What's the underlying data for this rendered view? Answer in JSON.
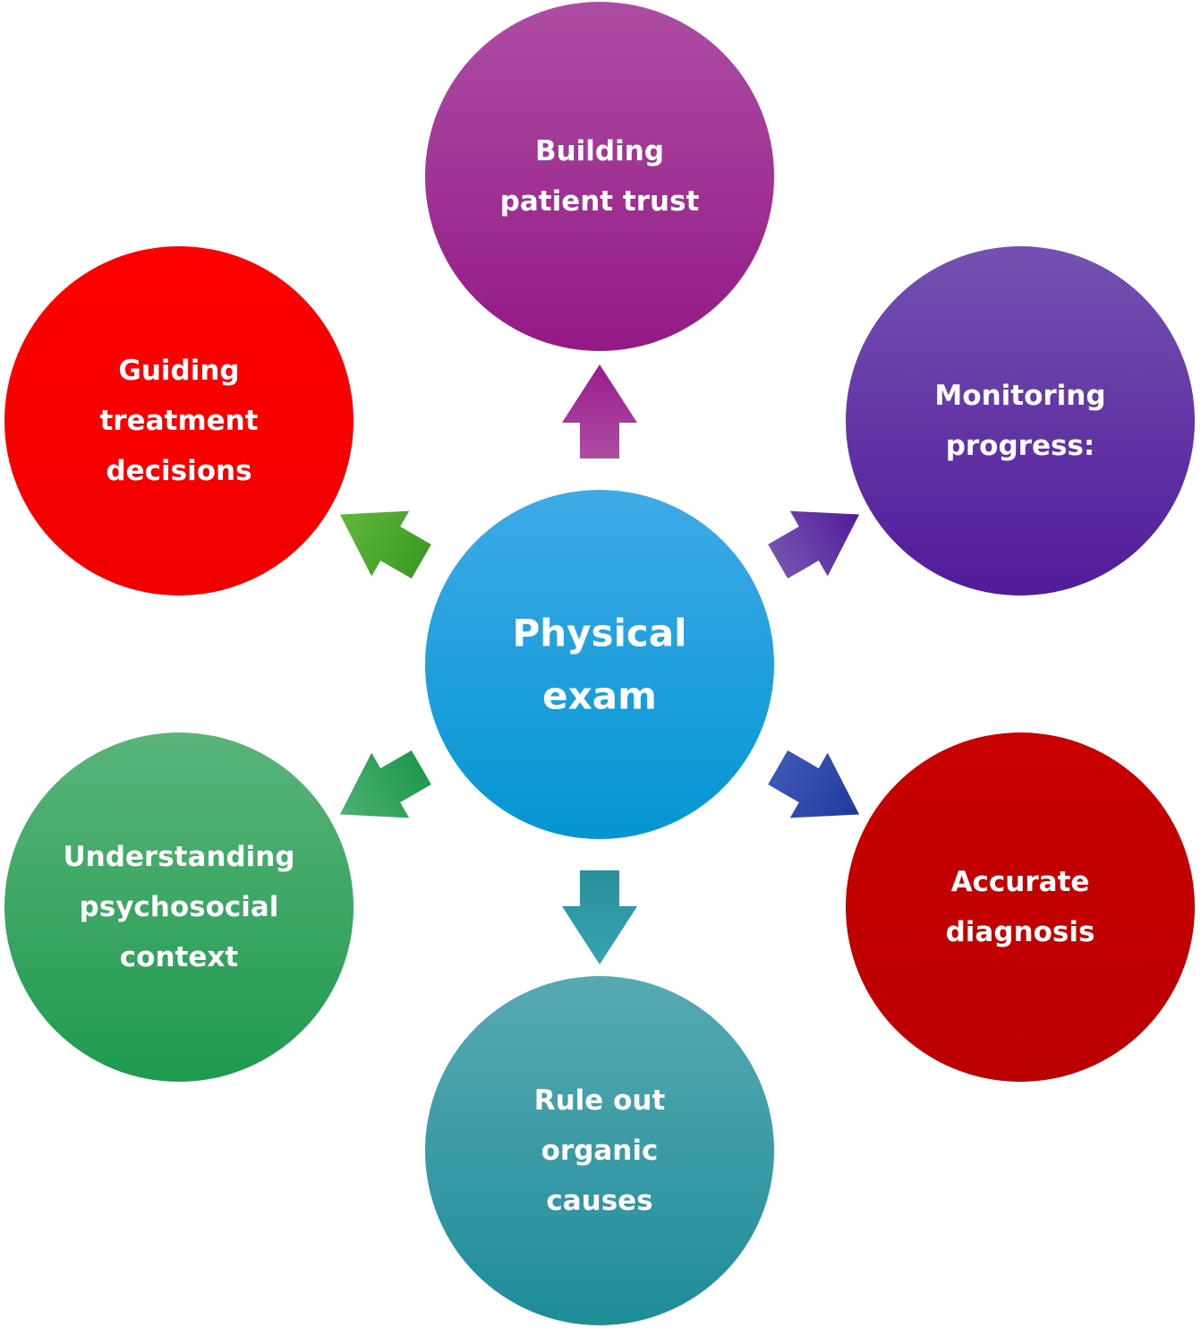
{
  "center": {
    "lines": [
      "Physical",
      "exam"
    ],
    "color_top": "#3eaae6",
    "color_bottom": "#0396d2"
  },
  "nodes": [
    {
      "id": "building-patient-trust",
      "lines": [
        "Building",
        "patient trust"
      ],
      "color_top": "#ad4da3",
      "color_bottom": "#931a86",
      "arrow_top": "#ad4da3",
      "arrow_bottom": "#9a1c8c"
    },
    {
      "id": "monitoring-progress",
      "lines": [
        "Monitoring",
        "progress:"
      ],
      "color_top": "#7452b0",
      "color_bottom": "#511b9a",
      "arrow_top": "#7452b0",
      "arrow_bottom": "#511b9a"
    },
    {
      "id": "accurate-diagnosis",
      "lines": [
        "Accurate",
        "diagnosis"
      ],
      "color_top": "#c80000",
      "color_bottom": "#bb0000",
      "arrow_top": "#3d57b4",
      "arrow_bottom": "#1e3a9e"
    },
    {
      "id": "rule-out-organic-causes",
      "lines": [
        "Rule out",
        "organic",
        "causes"
      ],
      "color_top": "#57a9b2",
      "color_bottom": "#1e8d98",
      "arrow_top": "#2b8f9b",
      "arrow_bottom": "#35a5b1"
    },
    {
      "id": "understanding-psychosocial-context",
      "lines": [
        "Understanding",
        "psychosocial",
        "context"
      ],
      "color_top": "#59b479",
      "color_bottom": "#1f9a50",
      "arrow_top": "#20994e",
      "arrow_bottom": "#4cb172"
    },
    {
      "id": "guiding-treatment-decisions",
      "lines": [
        "Guiding",
        "treatment",
        "decisions"
      ],
      "color_top": "#ff0000",
      "color_bottom": "#f00000",
      "arrow_top": "#3d9c25",
      "arrow_bottom": "#62b63c"
    }
  ]
}
